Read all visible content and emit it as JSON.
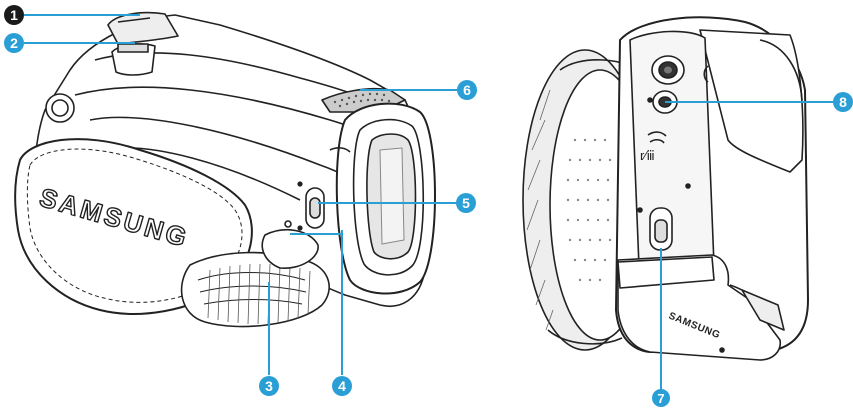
{
  "brand": {
    "grip_text": "SAMSUNG",
    "bottom_text": "SAMSUNG"
  },
  "callouts": [
    {
      "number": "1",
      "style": "dark"
    },
    {
      "number": "2",
      "style": "accent"
    },
    {
      "number": "3",
      "style": "accent"
    },
    {
      "number": "4",
      "style": "accent"
    },
    {
      "number": "5",
      "style": "accent"
    },
    {
      "number": "6",
      "style": "accent"
    },
    {
      "number": "7",
      "style": "accent"
    },
    {
      "number": "8",
      "style": "accent"
    }
  ],
  "colors": {
    "accent": "#2a9fd6",
    "dark": "#1a1a1a",
    "line": "#2a9fd6",
    "outline": "#222222",
    "body_fill": "#ffffff",
    "shade": "#d9d9d9"
  }
}
